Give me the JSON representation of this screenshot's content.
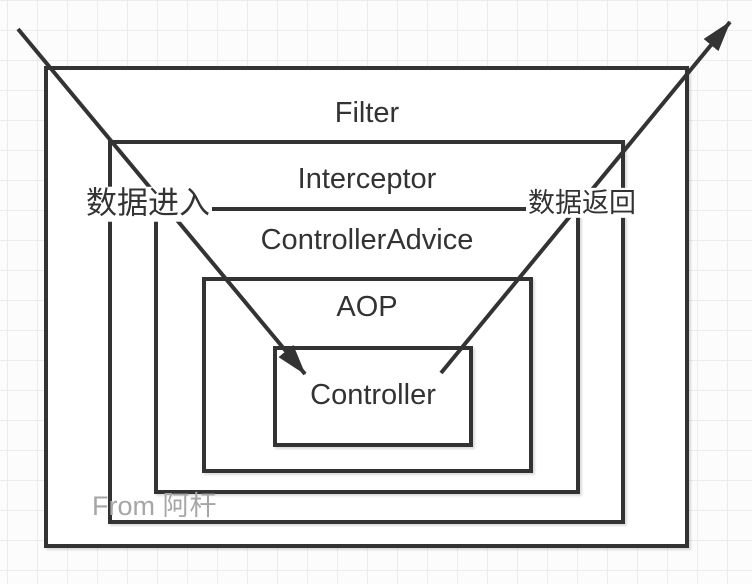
{
  "diagram": {
    "title_context": "nested request-processing layers",
    "layers": [
      {
        "id": "filter",
        "label": "Filter"
      },
      {
        "id": "interceptor",
        "label": "Interceptor"
      },
      {
        "id": "controller-advice",
        "label": "ControllerAdvice"
      },
      {
        "id": "aop",
        "label": "AOP"
      },
      {
        "id": "controller",
        "label": "Controller"
      }
    ],
    "flow_labels": {
      "inbound": "数据进入",
      "outbound": "数据返回"
    },
    "watermark": "From 阿杆",
    "colors": {
      "stroke": "#333333",
      "shape_fill": "#ffffff",
      "background": "#fcfcfc",
      "grid_line": "#ececec",
      "label_text": "#333333",
      "watermark_text": "#a6a6a6"
    }
  }
}
